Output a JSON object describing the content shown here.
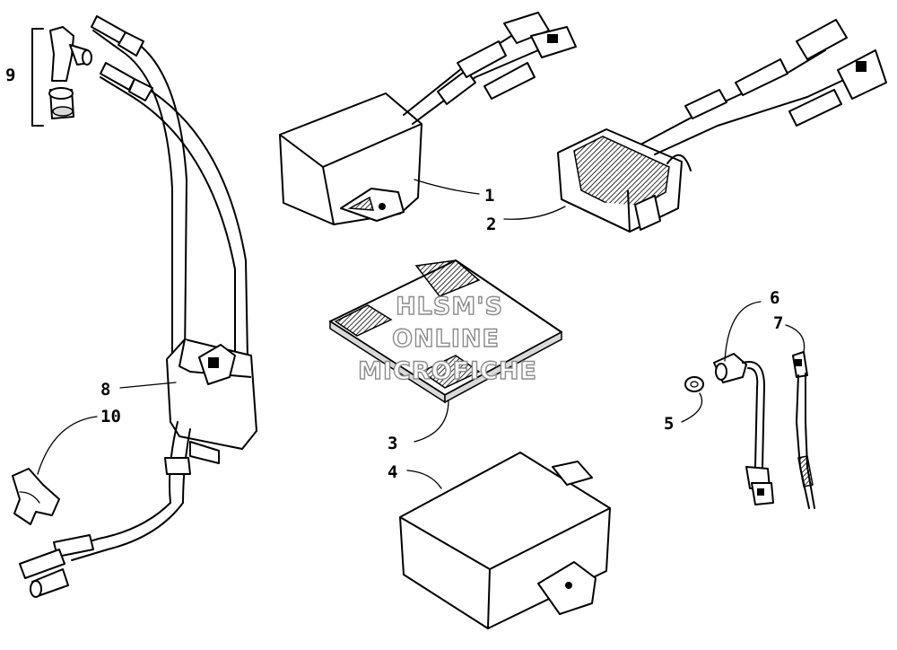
{
  "watermark": {
    "line1": "HLSM'S",
    "line2": "ONLINE",
    "line3": "MICROFICHE"
  },
  "callouts": {
    "c1": "1",
    "c2": "2",
    "c3": "3",
    "c4": "4",
    "c5": "5",
    "c6": "6",
    "c7": "7",
    "c8": "8",
    "c9": "9",
    "c10": "10"
  }
}
